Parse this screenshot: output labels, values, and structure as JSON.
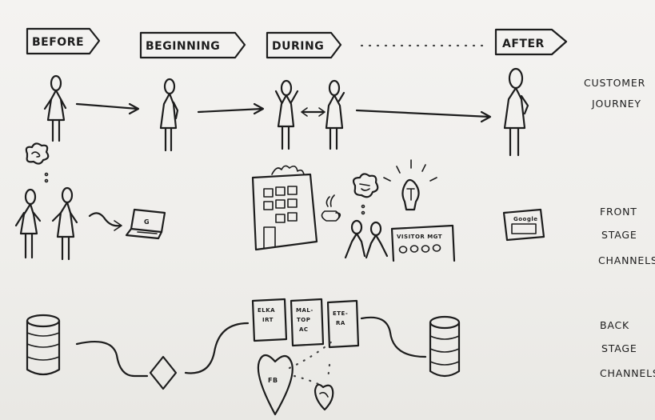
{
  "stages": [
    "BEFORE",
    "BEGINNING",
    "DURING",
    "AFTER"
  ],
  "rows": {
    "customer_journey": [
      "CUSTOMER",
      "JOURNEY"
    ],
    "front_stage": [
      "FRONT",
      "STAGE",
      "CHANNELS"
    ],
    "back_stage": [
      "BACK",
      "STAGE",
      "CHANNELS"
    ]
  },
  "front_items": {
    "laptop_text": "G",
    "board_title": "VISITOR MGT",
    "tablet_text": "Google"
  },
  "back_items": {
    "box_1": [
      "ELKA",
      "IRT"
    ],
    "box_2": [
      "MAL-",
      "TOP",
      "AC"
    ],
    "box_3": [
      "ETE-",
      "RA"
    ],
    "heart_text": "FB"
  }
}
